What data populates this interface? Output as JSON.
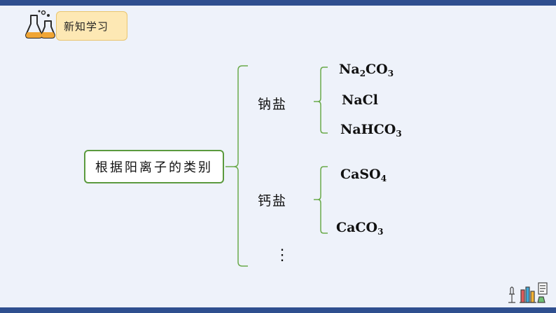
{
  "header": {
    "tag_label": "新知学习",
    "icon": "flask-icon"
  },
  "diagram": {
    "root": "根据阳离子的类别",
    "branches": [
      {
        "label": "钠盐",
        "items": [
          {
            "base": "Na",
            "sub": "2",
            "rest": "CO",
            "sub2": "3"
          },
          {
            "base": "NaCl",
            "sub": "",
            "rest": "",
            "sub2": ""
          },
          {
            "base": "NaHCO",
            "sub": "3",
            "rest": "",
            "sub2": ""
          }
        ]
      },
      {
        "label": "钙盐",
        "items": [
          {
            "base": "CaSO",
            "sub": "4",
            "rest": "",
            "sub2": ""
          },
          {
            "base": "CaCO",
            "sub": "3",
            "rest": "",
            "sub2": ""
          }
        ]
      }
    ],
    "ellipsis": "⋮"
  },
  "colors": {
    "bracket": "#6aaa4a",
    "stripe": "#2f4f8f",
    "tag_bg": "#fde8b4"
  },
  "footer": {
    "icon": "lab-equipment-icon"
  }
}
